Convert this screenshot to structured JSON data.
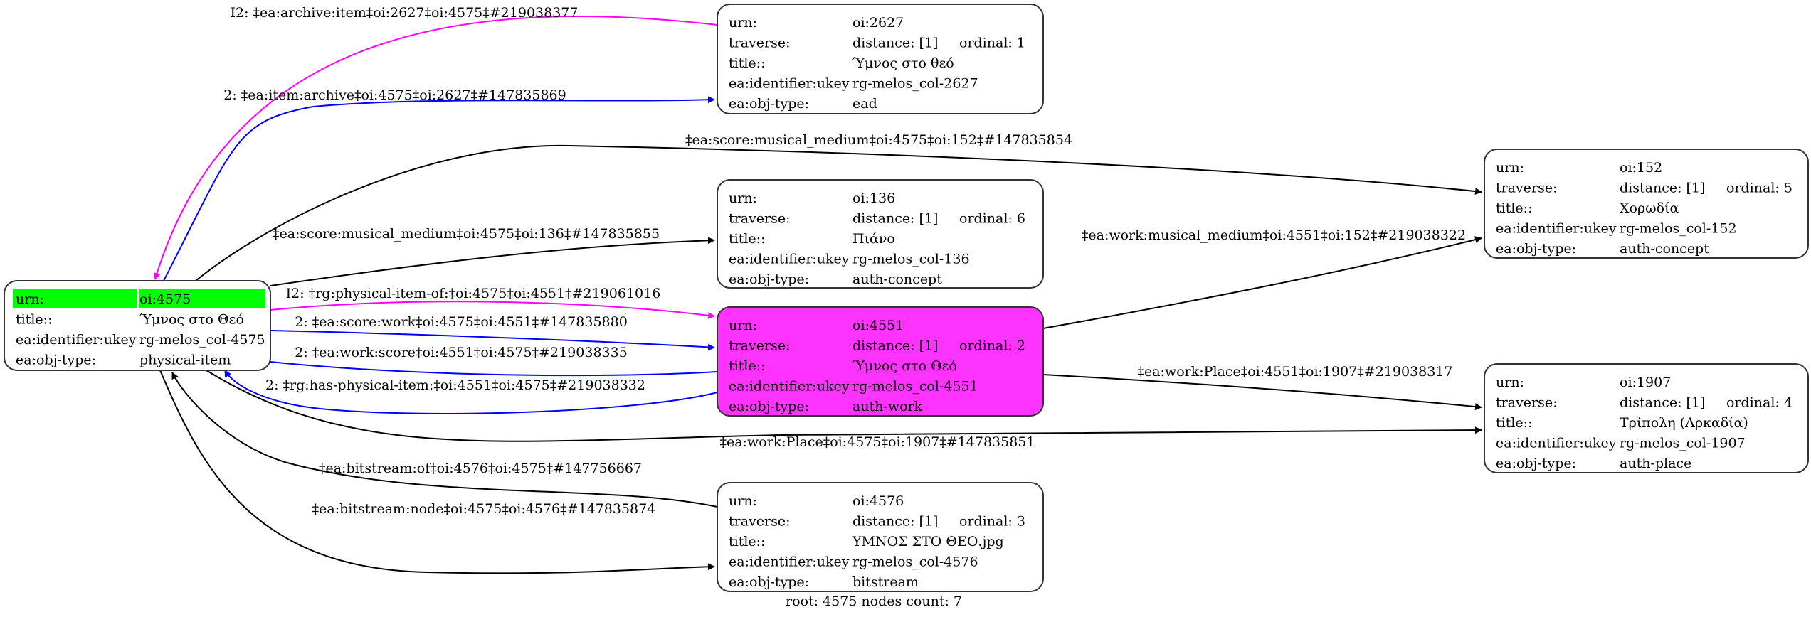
{
  "graph": {
    "root_node": "oi:4575",
    "footer": "root: 4575 nodes count: 7",
    "colors": {
      "root_highlight": "#00ff00",
      "focus_node_fill": "#ff33ff",
      "edge_black": "#000000",
      "edge_blue": "#0000ff",
      "edge_magenta": "#ff00ff",
      "node_fill": "#ffffff"
    },
    "nodes": [
      {
        "id": "n4575",
        "fill": "#ffffff",
        "highlight_first_row": true,
        "rows": [
          {
            "key": "urn:",
            "value": "oi:4575"
          },
          {
            "key": "title::",
            "value": "Ύμνος στο Θεό"
          },
          {
            "key": "ea:identifier:ukey",
            "value": "rg-melos_col-4575"
          },
          {
            "key": "ea:obj-type:",
            "value": "physical-item"
          }
        ]
      },
      {
        "id": "n2627",
        "fill": "#ffffff",
        "rows": [
          {
            "key": "urn:",
            "value": "oi:2627"
          },
          {
            "key": "traverse:",
            "value": "distance: [1]",
            "extra": "ordinal: 1"
          },
          {
            "key": "title::",
            "value": "Ύμνος στο θεό"
          },
          {
            "key": "ea:identifier:ukey",
            "value": "rg-melos_col-2627"
          },
          {
            "key": "ea:obj-type:",
            "value": "ead"
          }
        ]
      },
      {
        "id": "n136",
        "fill": "#ffffff",
        "rows": [
          {
            "key": "urn:",
            "value": "oi:136"
          },
          {
            "key": "traverse:",
            "value": "distance: [1]",
            "extra": "ordinal: 6"
          },
          {
            "key": "title::",
            "value": "Πιάνο"
          },
          {
            "key": "ea:identifier:ukey",
            "value": "rg-melos_col-136"
          },
          {
            "key": "ea:obj-type:",
            "value": "auth-concept"
          }
        ]
      },
      {
        "id": "n4551",
        "fill": "#ff33ff",
        "rows": [
          {
            "key": "urn:",
            "value": "oi:4551"
          },
          {
            "key": "traverse:",
            "value": "distance: [1]",
            "extra": "ordinal: 2"
          },
          {
            "key": "title::",
            "value": "Ύμνος στο Θεό"
          },
          {
            "key": "ea:identifier:ukey",
            "value": "rg-melos_col-4551"
          },
          {
            "key": "ea:obj-type:",
            "value": "auth-work"
          }
        ]
      },
      {
        "id": "n4576",
        "fill": "#ffffff",
        "rows": [
          {
            "key": "urn:",
            "value": "oi:4576"
          },
          {
            "key": "traverse:",
            "value": "distance: [1]",
            "extra": "ordinal: 3"
          },
          {
            "key": "title::",
            "value": "ΥΜΝΟΣ ΣΤΟ ΘΕΟ.jpg"
          },
          {
            "key": "ea:identifier:ukey",
            "value": "rg-melos_col-4576"
          },
          {
            "key": "ea:obj-type:",
            "value": "bitstream"
          }
        ]
      },
      {
        "id": "n152",
        "fill": "#ffffff",
        "rows": [
          {
            "key": "urn:",
            "value": "oi:152"
          },
          {
            "key": "traverse:",
            "value": "distance: [1]",
            "extra": "ordinal: 5"
          },
          {
            "key": "title::",
            "value": "Χορωδία"
          },
          {
            "key": "ea:identifier:ukey",
            "value": "rg-melos_col-152"
          },
          {
            "key": "ea:obj-type:",
            "value": "auth-concept"
          }
        ]
      },
      {
        "id": "n1907",
        "fill": "#ffffff",
        "rows": [
          {
            "key": "urn:",
            "value": "oi:1907"
          },
          {
            "key": "traverse:",
            "value": "distance: [1]",
            "extra": "ordinal: 4"
          },
          {
            "key": "title::",
            "value": "Τρίπολη (Αρκαδία)"
          },
          {
            "key": "ea:identifier:ukey",
            "value": "rg-melos_col-1907"
          },
          {
            "key": "ea:obj-type:",
            "value": "auth-place"
          }
        ]
      }
    ],
    "edges": [
      {
        "from": "n2627",
        "to": "n4575",
        "color": "#ff00ff",
        "label": "I2: ‡ea:archive:item‡oi:2627‡oi:4575‡#219038377"
      },
      {
        "from": "n4575",
        "to": "n2627",
        "color": "#0000ff",
        "label": "2: ‡ea:item:archive‡oi:4575‡oi:2627‡#147835869"
      },
      {
        "from": "n4575",
        "to": "n152",
        "color": "#000000",
        "label": "‡ea:score:musical_medium‡oi:4575‡oi:152‡#147835854"
      },
      {
        "from": "n4575",
        "to": "n136",
        "color": "#000000",
        "label": "‡ea:score:musical_medium‡oi:4575‡oi:136‡#147835855"
      },
      {
        "from": "n4575",
        "to": "n4551",
        "color": "#ff00ff",
        "label": "I2: ‡rg:physical-item-of:‡oi:4575‡oi:4551‡#219061016"
      },
      {
        "from": "n4575",
        "to": "n4551",
        "color": "#0000ff",
        "label": "2: ‡ea:score:work‡oi:4575‡oi:4551‡#147835880"
      },
      {
        "from": "n4551",
        "to": "n4575",
        "color": "#0000ff",
        "label": "2: ‡ea:work:score‡oi:4551‡oi:4575‡#219038335"
      },
      {
        "from": "n4551",
        "to": "n4575",
        "color": "#0000ff",
        "label": "2: ‡rg:has-physical-item:‡oi:4551‡oi:4575‡#219038332"
      },
      {
        "from": "n4551",
        "to": "n152",
        "color": "#000000",
        "label": "‡ea:work:musical_medium‡oi:4551‡oi:152‡#219038322"
      },
      {
        "from": "n4551",
        "to": "n1907",
        "color": "#000000",
        "label": "‡ea:work:Place‡oi:4551‡oi:1907‡#219038317"
      },
      {
        "from": "n4575",
        "to": "n1907",
        "color": "#000000",
        "label": "‡ea:work:Place‡oi:4575‡oi:1907‡#147835851"
      },
      {
        "from": "n4576",
        "to": "n4575",
        "color": "#000000",
        "label": "‡ea:bitstream:of‡oi:4576‡oi:4575‡#147756667"
      },
      {
        "from": "n4575",
        "to": "n4576",
        "color": "#000000",
        "label": "‡ea:bitstream:node‡oi:4575‡oi:4576‡#147835874"
      }
    ]
  }
}
